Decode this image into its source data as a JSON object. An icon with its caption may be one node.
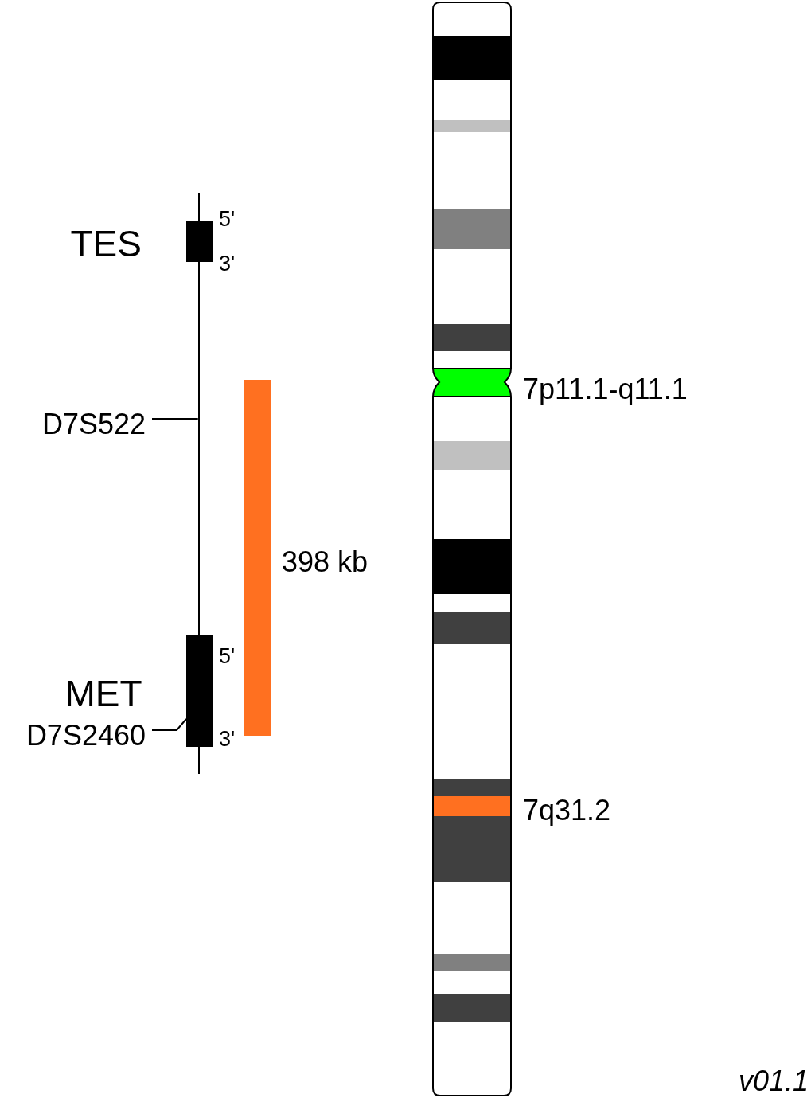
{
  "diagram": {
    "nodes": [
      {
        "text": [
          "D7S522"
        ]
      },
      {
        "text": [
          "D7S2460"
        ]
      },
      {
        "text": [],
        "shape": "box"
      },
      {
        "text": [],
        "shape": "bar"
      }
    ],
    "edges": [
      {
        "from": 0,
        "to": 3,
        "arrow": "none"
      },
      {
        "from": 1,
        "to": 2,
        "arrow": "none"
      }
    ],
    "labels": [
      "5'",
      "TES",
      "3'",
      "7p11.1-q11.1",
      "398 kb",
      "5'",
      "MET",
      "3'",
      "7q31.2",
      "v01.1"
    ]
  }
}
